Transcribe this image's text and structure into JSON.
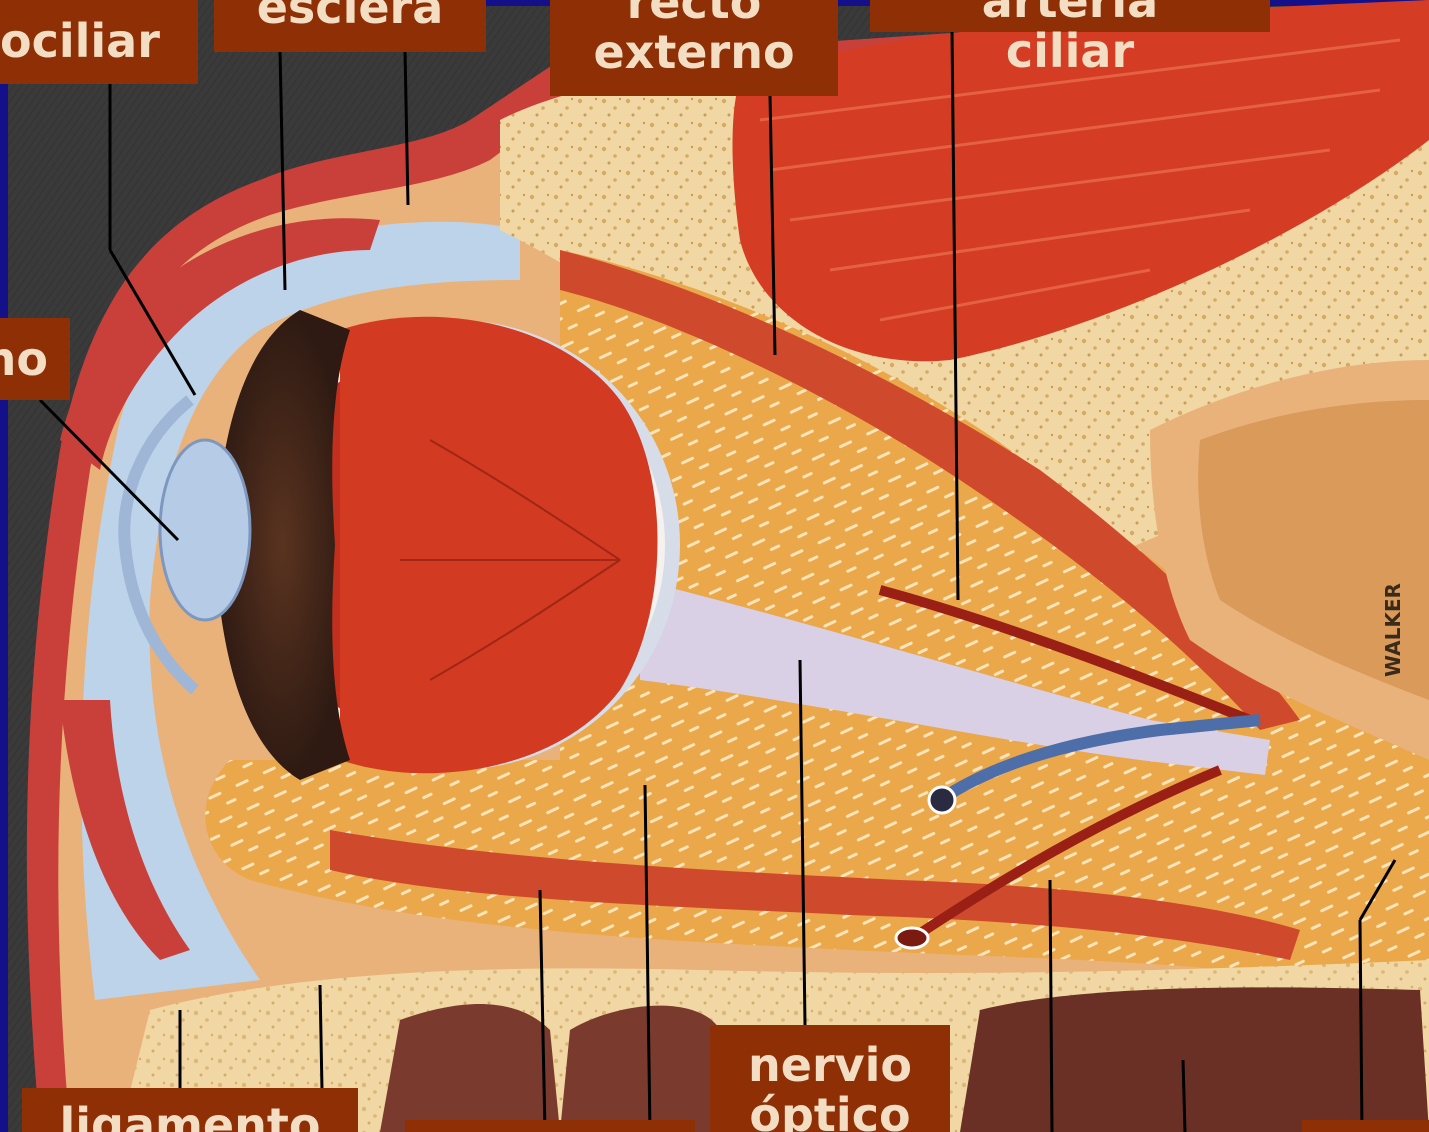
{
  "labels": {
    "ciliar_fragment": "ociliar",
    "esclera": "esclera",
    "recto_externo": "recto\nexterno",
    "arteria_ciliar": "arteria\nciliar",
    "left_fragment": "no",
    "nervio_optico": "nervio\nóptico",
    "ligamento": "ligamento"
  },
  "signature": "WALKER",
  "colors": {
    "label_bg": "#8e2f06",
    "label_text": "#f3dec3",
    "background": "#1a1060"
  }
}
